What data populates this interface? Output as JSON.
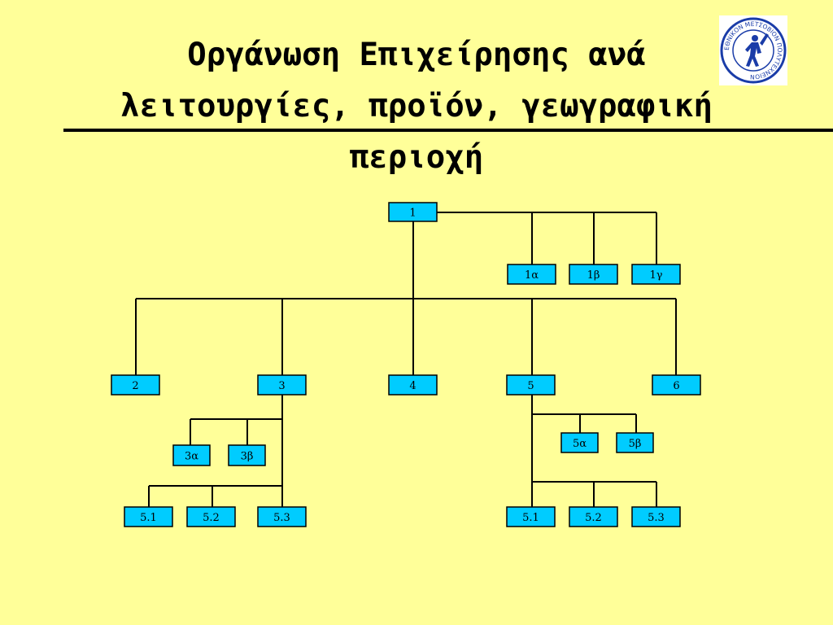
{
  "slide": {
    "title_lines": [
      "Οργάνωση Επιχείρησης ανά",
      "λειτουργίες, προϊόν, γεωγραφική",
      "περιοχή"
    ],
    "logo_text": "ΕΘΝΙΚΟΝ ΜΕΤΣΟΒΙΟΝ ΠΟΛΥΤΕΧΝΕΙΟΝ",
    "colors": {
      "background": "#ffff99",
      "box_fill": "#00ccff",
      "line": "#000000"
    }
  },
  "diagram": {
    "nodes": [
      {
        "id": "n1",
        "label": "1"
      },
      {
        "id": "n1a",
        "label": "1α"
      },
      {
        "id": "n1b",
        "label": "1β"
      },
      {
        "id": "n1c",
        "label": "1γ"
      },
      {
        "id": "n2",
        "label": "2"
      },
      {
        "id": "n3",
        "label": "3"
      },
      {
        "id": "n4",
        "label": "4"
      },
      {
        "id": "n5",
        "label": "5"
      },
      {
        "id": "n6",
        "label": "6"
      },
      {
        "id": "n3a",
        "label": "3α"
      },
      {
        "id": "n3b",
        "label": "3β"
      },
      {
        "id": "n31",
        "label": "5.1"
      },
      {
        "id": "n32",
        "label": "5.2"
      },
      {
        "id": "n33",
        "label": "5.3"
      },
      {
        "id": "n5a",
        "label": "5α"
      },
      {
        "id": "n5b",
        "label": "5β"
      },
      {
        "id": "n51",
        "label": "5.1"
      },
      {
        "id": "n52",
        "label": "5.2"
      },
      {
        "id": "n53",
        "label": "5.3"
      }
    ]
  }
}
